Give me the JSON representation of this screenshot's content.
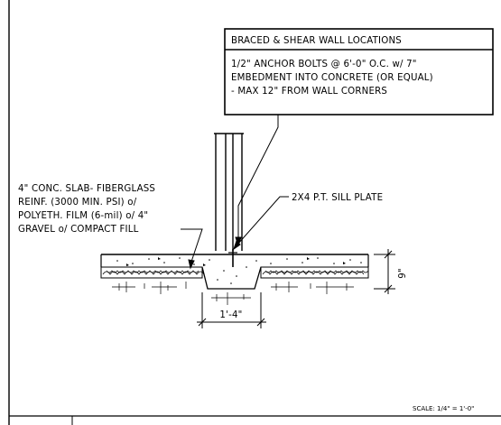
{
  "callout_box": {
    "title": "BRACED & SHEAR WALL LOCATIONS",
    "lines": [
      "1/2\" ANCHOR BOLTS @ 6'-0\" O.C. w/ 7\"",
      "EMBEDMENT INTO CONCRETE (OR EQUAL)",
      "- MAX 12\" FROM WALL CORNERS"
    ]
  },
  "slab_note": {
    "lines": [
      "4\" CONC. SLAB- FIBERGLASS",
      "REINF. (3000 MIN. PSI) o/",
      "POLYETH. FILM (6-mil) o/ 4\"",
      "GRAVEL o/ COMPACT FILL"
    ]
  },
  "sill_label": "2X4 P.T. SILL PLATE",
  "dimensions": {
    "slab_thickness": "9\"",
    "footing_width": "1'-4\""
  },
  "scale_note": "SCALE: 1/4\" = 1'-0\""
}
